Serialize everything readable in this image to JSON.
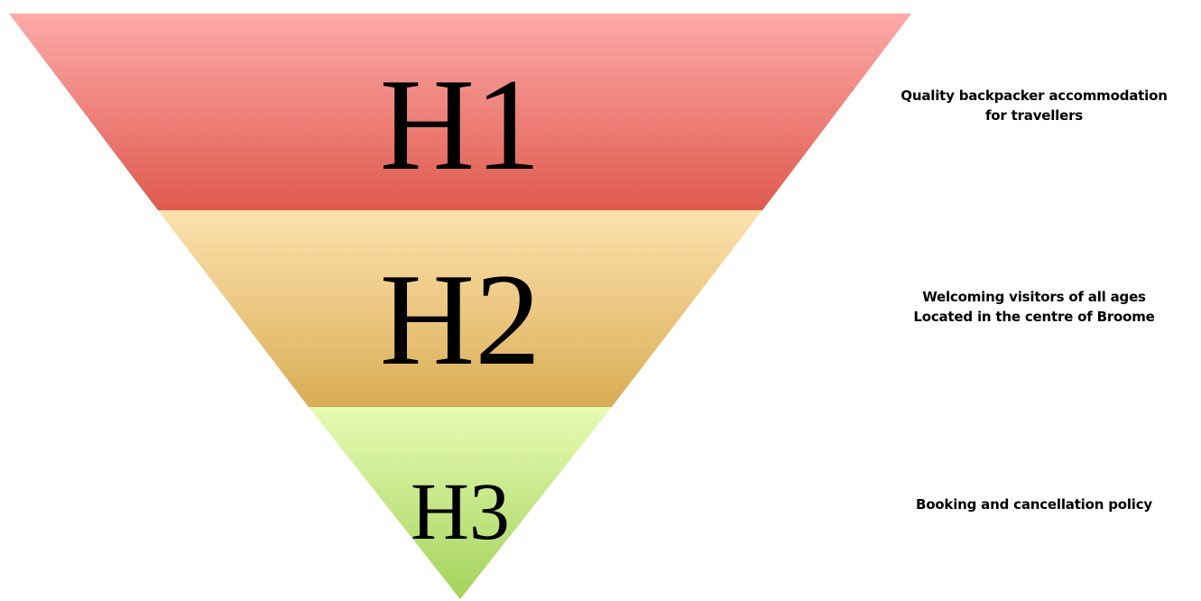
{
  "funnel": {
    "levels": [
      {
        "label": "H1",
        "caption_lines": [
          "Quality backpacker accommodation",
          "for travellers"
        ],
        "color_top": "#fdaaa8",
        "color_bottom": "#df5a4e"
      },
      {
        "label": "H2",
        "caption_lines": [
          "Welcoming visitors of all ages",
          "Located in the centre of Broome"
        ],
        "color_top": "#fde2ae",
        "color_bottom": "#d9ad55"
      },
      {
        "label": "H3",
        "caption_lines": [
          "Booking and cancellation policy"
        ],
        "color_top": "#e7fbb4",
        "color_bottom": "#a4d35c"
      }
    ]
  }
}
